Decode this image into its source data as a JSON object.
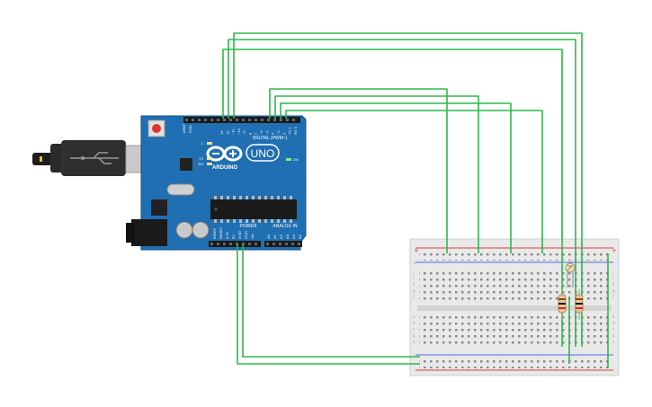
{
  "board": {
    "brand": "ARDUINO",
    "model": "UNO",
    "digital_header": "DIGITAL (PWM~)",
    "power_header": "POWER",
    "analog_header": "ANALOG IN",
    "on_label": "ON",
    "tx_label": "TX",
    "rx_label": "RX",
    "l_label": "L",
    "aref_label": "AREF",
    "gnd_label": "GND",
    "digital_pins": [
      "13",
      "12",
      "~11",
      "~10",
      "~9",
      "8",
      "7",
      "~6",
      "~5",
      "4",
      "~3",
      "2",
      "TX 1",
      "RX 0"
    ],
    "power_pins": [
      "IOREF",
      "RESET",
      "3.3V",
      "5V",
      "GND",
      "GND",
      "Vin"
    ],
    "analog_pins": [
      "A0",
      "A1",
      "A2",
      "A3",
      "A4",
      "A5"
    ]
  },
  "breadboard": {
    "column_count": 30,
    "row_letters_top": [
      "j",
      "i",
      "h",
      "g",
      "f"
    ],
    "row_letters_bottom": [
      "e",
      "d",
      "c",
      "b",
      "a"
    ],
    "rail_plus": "+",
    "rail_minus": "-"
  },
  "colors": {
    "board_blue": "#1f6fb2",
    "board_dark": "#0f4f8a",
    "wire_green": "#2db84a",
    "breadboard": "#e9e9e9",
    "rail_red": "#d94040",
    "rail_blue": "#4a6fd9",
    "usb_silver": "#c9c9c9",
    "cable_black": "#2a2a2a"
  },
  "components": {
    "resistor_count": 2,
    "photoresistor_count": 1
  }
}
